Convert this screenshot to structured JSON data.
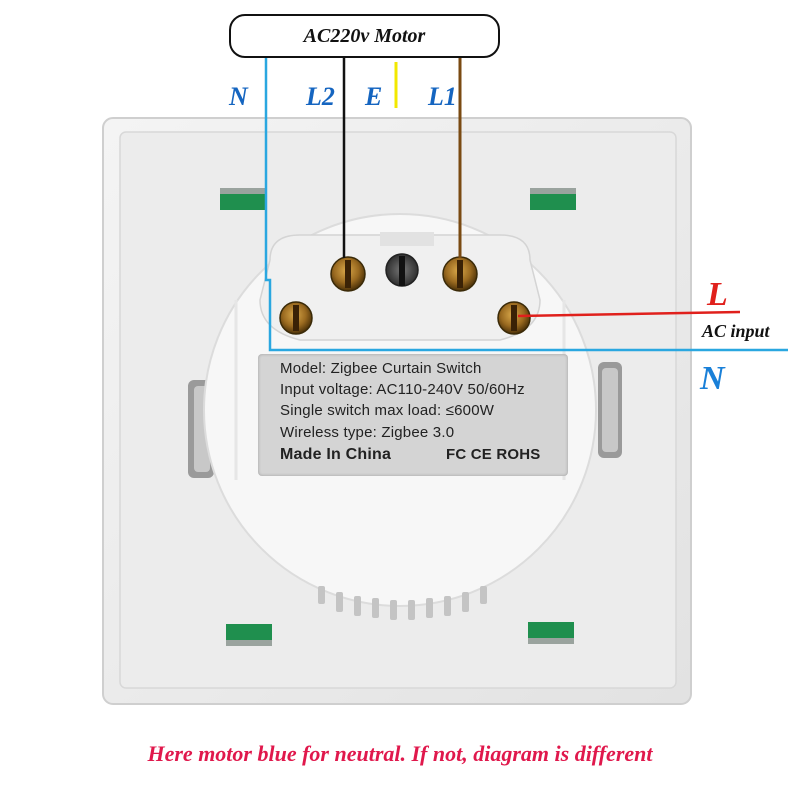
{
  "motor_label": "AC220v Motor",
  "wire_labels": {
    "n_top": "N",
    "l2": "L2",
    "e": "E",
    "l1": "L1"
  },
  "input_labels": {
    "l": "L",
    "ac_input": "AC input",
    "n_right": "N"
  },
  "product_label": {
    "model": "Model: Zigbee Curtain  Switch",
    "input_voltage": "Input voltage: AC110-240V 50/60Hz",
    "max_load": "Single switch max load: ≤600W",
    "wireless": "Wireless type:  Zigbee 3.0",
    "made_in": "Made  In China",
    "marks": "FC CE ROHS"
  },
  "caption": "Here motor blue for neutral. If not, diagram is different",
  "colors": {
    "neutral_wire": "#2aa7e0",
    "l2_wire": "#111111",
    "earth_wire": "#f2e800",
    "l1_wire": "#7a4a12",
    "live_input_wire": "#e0201c",
    "caption": "#e0184c"
  }
}
